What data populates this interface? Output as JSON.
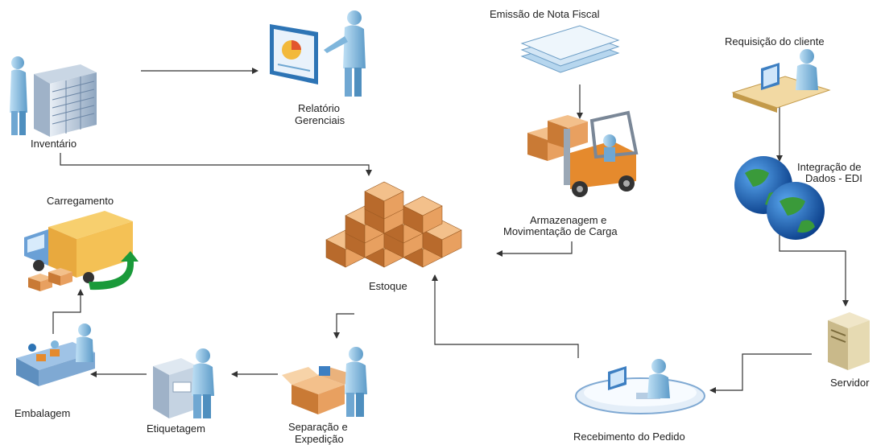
{
  "nodes": {
    "inventario": "Inventário",
    "relatorio_line1": "Relatório",
    "relatorio_line2": "Gerenciais",
    "emissao": "Emissão de Nota Fiscal",
    "requisicao": "Requisição do cliente",
    "armazenagem_line1": "Armazenagem e",
    "armazenagem_line2": "Movimentação de Carga",
    "integracao_line1": "Integração de",
    "integracao_line2": "Dados - EDI",
    "carregamento": "Carregamento",
    "estoque": "Estoque",
    "servidor": "Servidor",
    "embalagem": "Embalagem",
    "etiquetagem": "Etiquetagem",
    "separacao_line1": "Separação e",
    "separacao_line2": "Expedição",
    "recebimento": "Recebimento do Pedido"
  },
  "colors": {
    "person": "#8ec5e6",
    "person_dark": "#4f8fbf",
    "box": "#e8a060",
    "box_dark": "#b86a2c",
    "arrow": "#333333",
    "green_arrow": "#1a9a3a",
    "globe_sea": "#1f62b8",
    "globe_land": "#3a9a3a"
  }
}
